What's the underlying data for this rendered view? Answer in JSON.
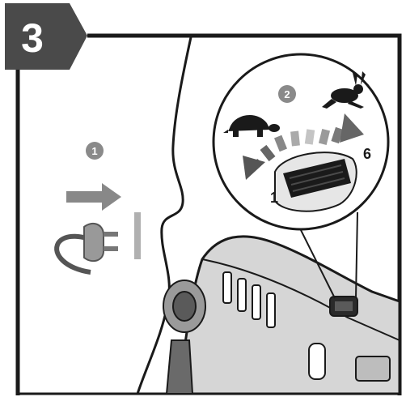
{
  "step_badge": {
    "text": "3",
    "color": "#4a4a4a"
  },
  "steps": {
    "unplug": {
      "number": "1",
      "icons": [
        "arrow-right-icon",
        "plug-icon",
        "socket-icon"
      ]
    },
    "speed": {
      "number": "2",
      "icons": [
        "tortoise-icon",
        "hare-icon",
        "speed-dial-icon"
      ]
    }
  },
  "speed_dial": {
    "min_label": "1",
    "max_label": "6",
    "min": 1,
    "max": 6
  },
  "colors": {
    "frame": "#1a1a1a",
    "badge": "#4a4a4a",
    "step_circle": "#8a8a8a",
    "arrow_gray": "#888888"
  }
}
